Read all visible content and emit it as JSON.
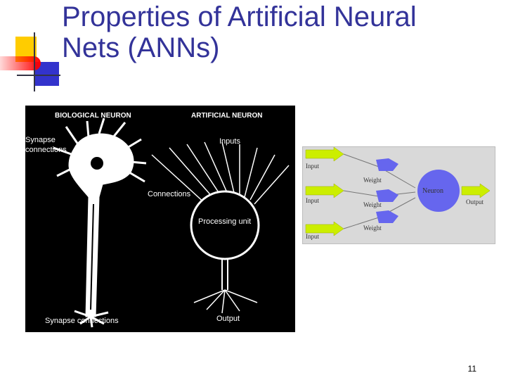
{
  "slide": {
    "title_line1": "Properties of Artificial Neural",
    "title_line2": "Nets (ANNs)",
    "page_number": "11"
  },
  "biological_figure": {
    "heading_left": "BIOLOGICAL NEURON",
    "heading_right": "ARTIFICIAL NEURON",
    "synapse_top": "Synapse connections",
    "inputs": "Inputs",
    "connections": "Connections",
    "processing_unit": "Processing unit",
    "synapse_bottom": "Synapse connections",
    "output": "Output"
  },
  "ann_figure": {
    "inputs": [
      "Input",
      "Input",
      "Input"
    ],
    "weights": [
      "Weight",
      "Weight",
      "Weight"
    ],
    "neuron": "Neuron",
    "output": "Output"
  },
  "colors": {
    "title": "#333399",
    "bullet_yellow": "#ffcc00",
    "bullet_red": "#ff0000",
    "bullet_blue": "#3333cc",
    "arrow_yellow": "#ccee00",
    "neuron_blue": "#6666ee"
  }
}
